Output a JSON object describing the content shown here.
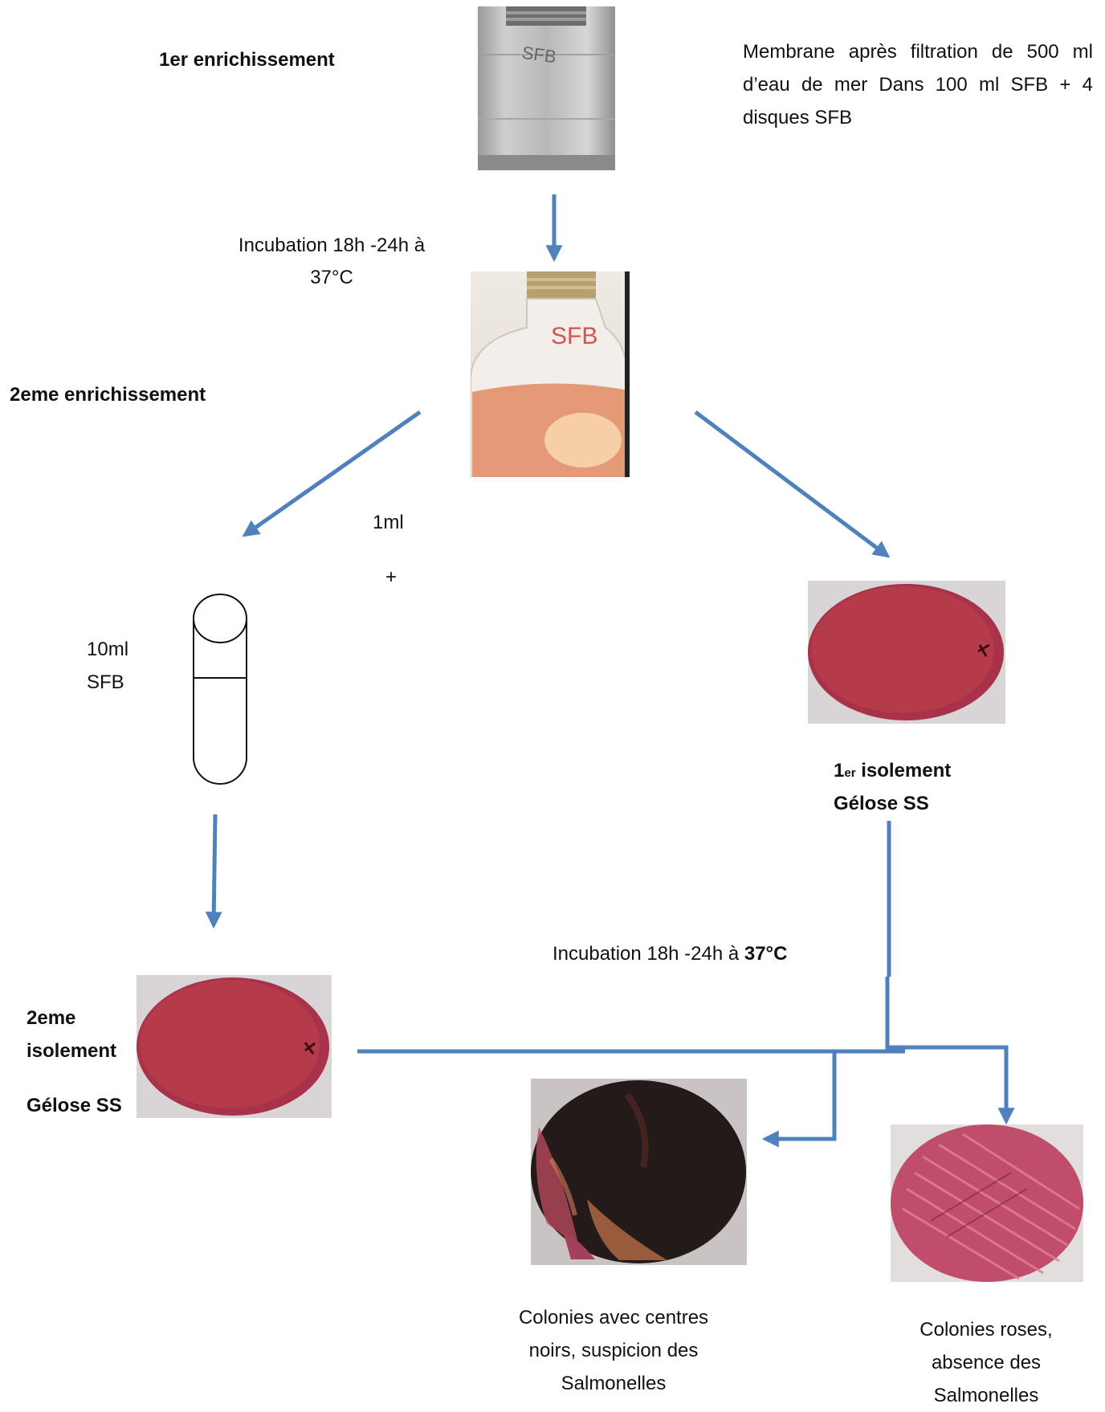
{
  "labels": {
    "enrich1": "1er enrichissement",
    "membrane": "Membrane après filtration de 500 ml d’eau de mer Dans 100 ml SFB + 4 disques SFB",
    "incubation1": "Incubation 18h -24h à 37°C",
    "enrich2": "2eme enrichissement",
    "one_ml": "1ml",
    "plus": "+",
    "tube_volume": "10ml",
    "tube_medium": "SFB",
    "iso1_num": "1",
    "iso1_sup": "er",
    "iso1_word": " isolement",
    "iso1_medium": "Gélose SS",
    "incubation2_prefix": "Incubation 18h -24h à ",
    "incubation2_temp": "37°C",
    "iso2_line1": "2eme",
    "iso2_line2": "isolement",
    "iso2_medium": "Gélose SS",
    "result_black": "Colonies avec centres noirs, suspicion des Salmonelles",
    "result_pink": "Colonies roses, absence des Salmonelles",
    "bottle_label_1": "SFB",
    "bottle_label_2": "SFB"
  },
  "colors": {
    "arrow": "#4f81bd",
    "bottle_liquid": "#e49a76",
    "agar_red": "#b53a4a",
    "agar_black": "#1d1616",
    "agar_pink": "#c2506b"
  }
}
